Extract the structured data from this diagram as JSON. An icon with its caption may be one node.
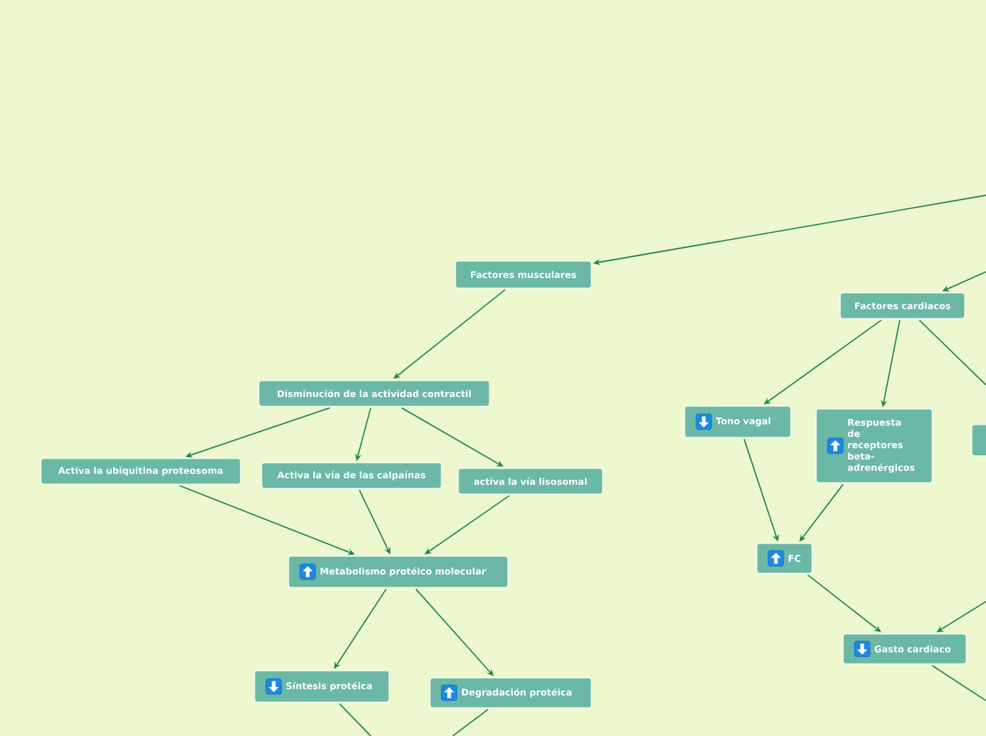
{
  "diagram": {
    "nodes": [
      {
        "text": [
          "Factores musculares"
        ]
      },
      {
        "text": [
          "Disminución de la actividad contractil"
        ]
      },
      {
        "text": [
          "Activa la ubiquitina proteosoma"
        ]
      },
      {
        "text": [
          "Activa la vía de las calpaínas"
        ]
      },
      {
        "text": [
          "activa la vía lisosomal"
        ]
      },
      {
        "text": [
          "Metabolismo protéico molecular"
        ]
      },
      {
        "text": [
          "Síntesis protéica"
        ]
      },
      {
        "text": [
          "Degradación protéica"
        ]
      },
      {
        "text": [
          "Factores cardiacos"
        ]
      },
      {
        "text": [
          "Tono vagal"
        ]
      },
      {
        "text": [
          "Respuesta de receptores beta-adrenérgicos"
        ]
      },
      {
        "text": [
          "FC"
        ]
      },
      {
        "text": [
          "Gasto cardiaco"
        ]
      },
      {
        "text": [],
        "shape": "box"
      }
    ],
    "edges": [
      {
        "from": null,
        "to": 0,
        "arrow": "to"
      },
      {
        "from": 0,
        "to": 1,
        "arrow": "to"
      },
      {
        "from": 1,
        "to": 2,
        "arrow": "to"
      },
      {
        "from": 1,
        "to": 3,
        "arrow": "to"
      },
      {
        "from": 1,
        "to": 4,
        "arrow": "to"
      },
      {
        "from": 2,
        "to": 5,
        "arrow": "to"
      },
      {
        "from": 3,
        "to": 5,
        "arrow": "to"
      },
      {
        "from": 4,
        "to": 5,
        "arrow": "to"
      },
      {
        "from": 5,
        "to": 6,
        "arrow": "to"
      },
      {
        "from": 5,
        "to": 7,
        "arrow": "to"
      },
      {
        "from": 6,
        "to": null,
        "arrow": "none"
      },
      {
        "from": 7,
        "to": null,
        "arrow": "none"
      },
      {
        "from": null,
        "to": 8,
        "arrow": "to"
      },
      {
        "from": 8,
        "to": 9,
        "arrow": "to"
      },
      {
        "from": 8,
        "to": 10,
        "arrow": "to"
      },
      {
        "from": 8,
        "to": null,
        "arrow": "none"
      },
      {
        "from": 9,
        "to": 11,
        "arrow": "to"
      },
      {
        "from": 10,
        "to": 11,
        "arrow": "to"
      },
      {
        "from": 11,
        "to": 12,
        "arrow": "to"
      },
      {
        "from": null,
        "to": 12,
        "arrow": "to"
      },
      {
        "from": 12,
        "to": null,
        "arrow": "none"
      }
    ]
  }
}
